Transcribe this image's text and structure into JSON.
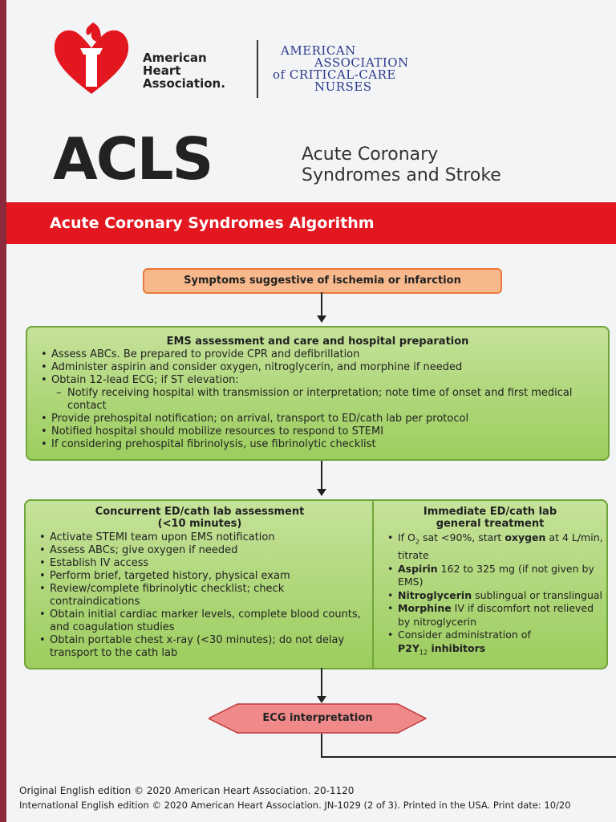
{
  "header": {
    "aha_lines": [
      "American",
      "Heart",
      "Association."
    ],
    "aacn_lines": [
      "AMERICAN",
      "ASSOCIATION",
      "of CRITICAL-CARE",
      "NURSES"
    ],
    "acls": "ACLS",
    "subtitle_lines": [
      "Acute Coronary",
      "Syndromes and Stroke"
    ]
  },
  "banner": "Acute Coronary Syndromes Algorithm",
  "symptoms": "Symptoms suggestive of ischemia or infarction",
  "ems": {
    "title": "EMS assessment and care and hospital preparation",
    "items": [
      "Assess ABCs. Be prepared to provide CPR and defibrillation",
      "Administer aspirin and consider oxygen, nitroglycerin, and morphine if needed",
      "Obtain 12-lead ECG; if ST elevation:",
      "Notify receiving hospital with transmission or interpretation; note time of onset and first medical contact",
      "Provide prehospital notification; on arrival, transport to ED/cath lab per protocol",
      "Notified hospital should mobilize resources to respond to STEMI",
      "If considering prehospital fibrinolysis, use fibrinolytic checklist"
    ]
  },
  "concurrent": {
    "title_lines": [
      "Concurrent ED/cath lab assessment",
      "(<10 minutes)"
    ],
    "items": [
      "Activate STEMI team upon EMS notification",
      "Assess ABCs; give oxygen if needed",
      "Establish IV access",
      "Perform brief, targeted history, physical exam",
      "Review/complete fibrinolytic checklist; check contraindications",
      "Obtain initial cardiac marker levels, complete blood counts, and coagulation studies",
      "Obtain portable chest x-ray (<30 minutes); do not delay transport to the cath lab"
    ]
  },
  "immediate": {
    "title_lines": [
      "Immediate ED/cath lab",
      "general treatment"
    ],
    "item1_pre": "If O",
    "item1_sub": "2",
    "item1_mid": " sat <90%, start ",
    "item1_bold": "oxygen",
    "item1_post": " at 4 L/min, titrate",
    "item2_bold": "Aspirin",
    "item2_post": " 162 to 325 mg (if not given by EMS)",
    "item3_bold": "Nitroglycerin",
    "item3_post": " sublingual or translingual",
    "item4_bold": "Morphine",
    "item4_post": " IV if discomfort not relieved by nitroglycerin",
    "item5_pre": "Consider administration of",
    "item5_bold_a": "P2Y",
    "item5_sub": "12",
    "item5_bold_b": " inhibitors"
  },
  "ecg": "ECG interpretation",
  "footer": {
    "line1": "Original English edition © 2020 American Heart Association. 20-1120",
    "line2": "International English edition © 2020 American Heart Association. JN-1029 (2 of 3). Printed in the USA. Print date: 10/20"
  },
  "colors": {
    "banner_red": "#e3171f",
    "box_green": "#9ccd5e",
    "pill_orange": "#f7b88c",
    "hex_pink": "#f08a8a",
    "aacn_blue": "#2a3a8c"
  }
}
